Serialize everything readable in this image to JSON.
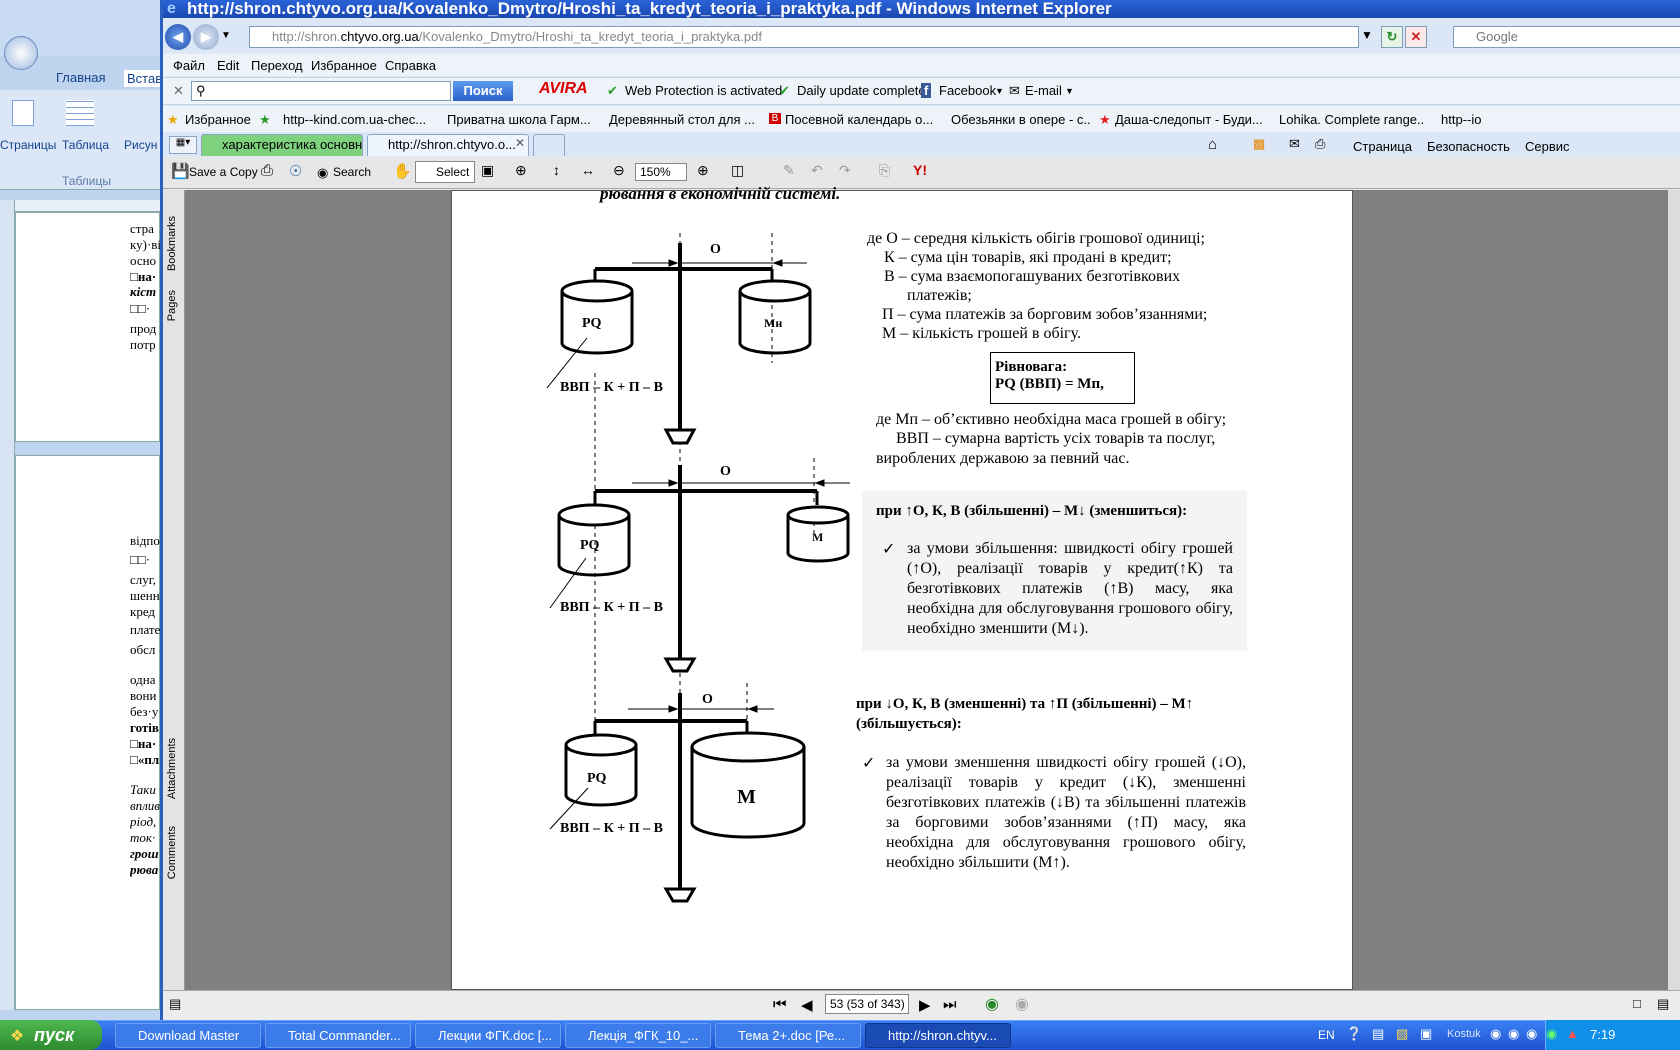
{
  "word": {
    "tabs": [
      "Главная",
      "Встав"
    ],
    "ribbon": [
      "Страницы",
      "Таблица",
      "Рисун",
      "Таблицы"
    ],
    "page1_lines": [
      "стра",
      "ку)·ві",
      "осно",
      "□на·",
      "кіст",
      "□□·",
      "прод",
      "потр"
    ],
    "page2_lines": [
      "відпо",
      "□□·",
      "слуг,",
      "шенн",
      "кред",
      "плате",
      "обсл",
      "одна",
      "вони",
      "без·у",
      "готів",
      "□на·",
      "□«пл",
      "Таки",
      "вплив",
      "ріод,",
      "ток·",
      "грош",
      "рюва"
    ]
  },
  "ie": {
    "title": "http://shron.chtyvo.org.ua/Kovalenko_Dmytro/Hroshi_ta_kredyt_teoria_i_praktyka.pdf - Windows Internet Explorer",
    "url_prefix": "http://shron.",
    "url_domain": "chtyvo.org.ua",
    "url_path": "/Kovalenko_Dmytro/Hroshi_ta_kredyt_teoria_i_praktyka.pdf",
    "search_placeholder": "Google",
    "menu": [
      "Файл",
      "Edit",
      "Переход",
      "Избранное",
      "Справка"
    ],
    "avira": {
      "search_button": "Поиск",
      "brand": "AVIRA",
      "protection": "Web Protection is activated",
      "update": "Daily update complete",
      "facebook": "Facebook",
      "email": "E-mail"
    },
    "favorites": [
      "Избранное",
      "http--kind.com.ua-chec...",
      "Приватна школа Гарм...",
      "Деревянный стол для ...",
      "Посевной календарь о...",
      "Обезьянки в опере - с...",
      "Даша-следопыт - Буди...",
      "Lohika. Complete range...",
      "http--io"
    ],
    "tabs": [
      "характеристика основн...",
      "http://shron.chtyvo.o..."
    ],
    "command": [
      "Страница",
      "Безопасность",
      "Сервис"
    ]
  },
  "pdf_toolbar": {
    "save": "Save a Copy",
    "search": "Search",
    "select": "Select",
    "zoom": "150%"
  },
  "side_tabs": [
    "Bookmarks",
    "Pages",
    "Attachments",
    "Comments"
  ],
  "document": {
    "heading": "рювання в економічній системі.",
    "defs": [
      "де О – середня кількість обігів грошової одиниці;",
      "К – сума цін товарів, які продані в кредит;",
      "В – сума взаємопогашуваних безготівкових",
      "платежів;",
      "П – сума платежів за борговим зобов’язаннями;",
      "М – кількість грошей в обігу."
    ],
    "box_line1": "Рівновага:",
    "box_line2": "PQ (ВВП) = Мп,",
    "mn_def": "де Мп – об’єктивно необхідна маса грошей в обігу;",
    "gdp_def_1": "ВВП – сумарна вартість усіх товарів та послуг,",
    "gdp_def_2": "вироблених державою за певний час.",
    "case1_head": "при ↑О, К, В (збільшенні) – М↓ (зменшиться):",
    "case1_text": "за умови збільшення: швидкості обігу грошей (↑О), реалізації товарів у кредит(↑К) та безготівкових платежів (↑В) масу, яка необхідна для обслуговування грошового обігу, необхідно зменшити (М↓).",
    "case2_head_1": "при ↓О, К, В (зменшенні) та ↑П (збільшенні) – М↑",
    "case2_head_2": "(збільшується):",
    "case2_text": "за умови зменшення швидкості обігу грошей (↓О), реалізації товарів у кредит (↓К), зменшенні безготівкових платежів (↓В) та збільшенні платежів за борговими зобов’язаннями (↑П) масу, яка необхідна для обслуговування грошового обігу, необхідно збільшити (М↑).",
    "diagram": {
      "o_label": "О",
      "pq": "PQ",
      "mn": "Мн",
      "m": "М",
      "gdp_formula": "ВВП – К + П – В"
    }
  },
  "status": {
    "page_display": "53 (53 of 343)"
  },
  "taskbar": {
    "start": "пуск",
    "tasks": [
      "Download Master",
      "Total Commander...",
      "Лекции ФГК.doc [...",
      "Лекція_ФГК_10_...",
      "Тема 2+.doc [Ре...",
      "http://shron.chtyv..."
    ],
    "lang": "EN",
    "user": "Kostuk",
    "clock": "7:19"
  }
}
